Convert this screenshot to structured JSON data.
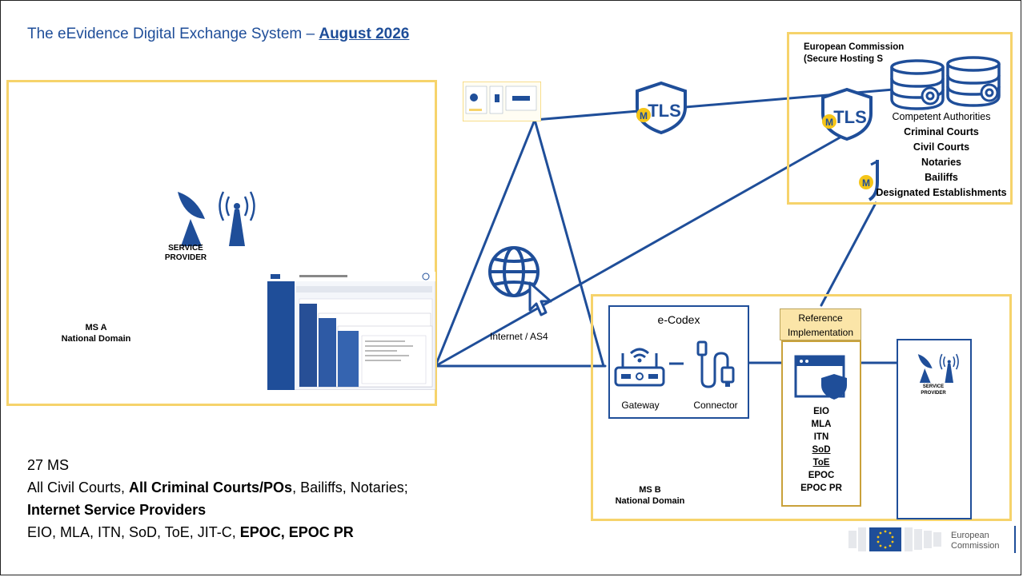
{
  "title": {
    "prefix": "The eEvidence Digital Exchange System – ",
    "highlight": "August 2026"
  },
  "ms_a": {
    "service_provider_line1": "SERVICE",
    "service_provider_line2": "PROVIDER",
    "label_line1": "MS A",
    "label_line2": "National Domain"
  },
  "european_commission": {
    "label_line1": "European Commission",
    "label_line2": "(Secure Hosting S",
    "authorities_title": "Competent Authorities",
    "authorities": [
      "Criminal Courts",
      "Civil Courts",
      "Notaries",
      "Bailiffs",
      "Designated Establishments"
    ]
  },
  "security": {
    "badge_text": "TLS",
    "badge_letter": "M"
  },
  "internet": {
    "label": "Internet / AS4"
  },
  "ms_b": {
    "ecodex_title": "e-Codex",
    "gateway_label": "Gateway",
    "connector_label": "Connector",
    "reference_line1": "Reference",
    "reference_line2": "Implementation",
    "instruments": [
      "EIO",
      "MLA",
      "ITN",
      "SoD",
      "ToE",
      "EPOC",
      "EPOC PR"
    ],
    "service_provider_line1": "SERVICE",
    "service_provider_line2": "PROVIDER",
    "label_line1": "MS B",
    "label_line2": "National Domain"
  },
  "bottom": {
    "count": "27 MS",
    "courts_part1": "All Civil Courts, ",
    "courts_bold": "All Criminal Courts/POs",
    "courts_part2": ", Bailiffs, Notaries;",
    "isp": "Internet Service Providers",
    "instruments_plain": "EIO, MLA, ITN, SoD, ToE, JIT-C, ",
    "instruments_bold": "EPOC, EPOC PR"
  },
  "logo": {
    "line1": "European",
    "line2": "Commission"
  },
  "colors": {
    "primary_blue": "#1f4e99",
    "frame_yellow": "#f6d36b",
    "badge_yellow": "#f5c518",
    "reference_fill": "#fbe5a8"
  },
  "icons": {
    "shield": "shield-tls-icon",
    "globe": "globe-cursor-icon",
    "database": "database-gear-icon",
    "router": "router-icon",
    "connector": "cable-connector-icon",
    "browser": "browser-shield-icon",
    "antenna": "satellite-antenna-icon"
  }
}
